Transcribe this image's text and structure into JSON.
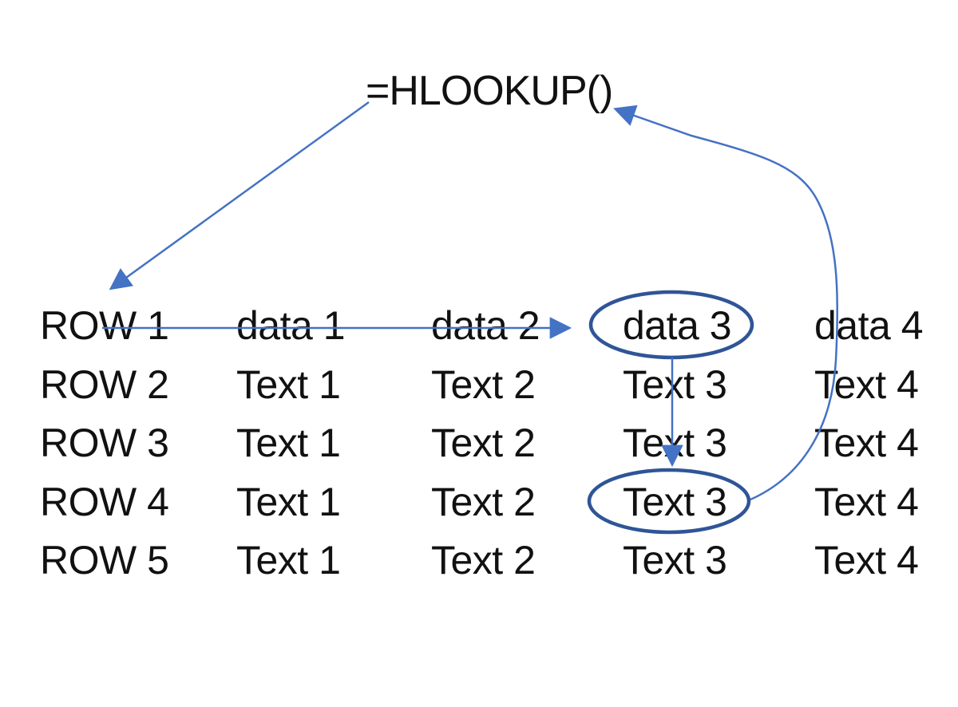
{
  "title": {
    "formula": "=HLOOKUP()"
  },
  "table": {
    "rows": [
      {
        "cells": [
          "ROW 1",
          "data 1",
          "data 2",
          "data 3",
          "data 4"
        ]
      },
      {
        "cells": [
          "ROW 2",
          "Text 1",
          "Text 2",
          "Text 3",
          "Text 4"
        ]
      },
      {
        "cells": [
          "ROW 3",
          "Text 1",
          "Text 2",
          "Text 3",
          "Text 4"
        ]
      },
      {
        "cells": [
          "ROW 4",
          "Text 1",
          "Text 2",
          "Text 3",
          "Text 4"
        ]
      },
      {
        "cells": [
          "ROW 5",
          "Text 1",
          "Text 2",
          "Text 3",
          "Text 4"
        ]
      }
    ]
  },
  "annotations": {
    "lookup_value_circled": "data 3",
    "result_value_circled": "Text 3",
    "arrows": [
      "formula-to-row1",
      "row1-scan-right-to-data3",
      "data3-down-to-text3-row4",
      "text3-result-back-to-formula"
    ]
  },
  "colors": {
    "arrow": "#4472C4",
    "ellipse": "#2F5597",
    "text": "#111111",
    "background": "#FFFFFF"
  }
}
